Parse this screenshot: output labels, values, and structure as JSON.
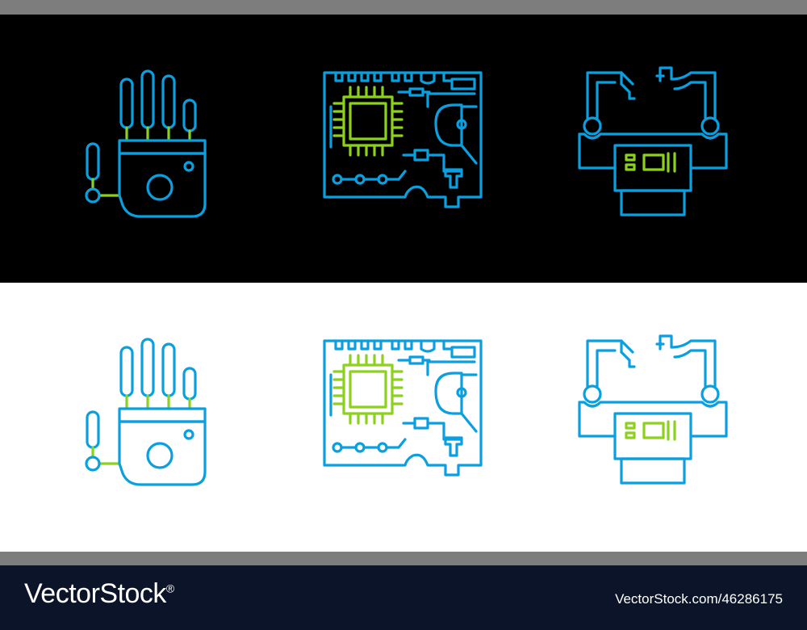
{
  "colors": {
    "outline_blue": "#0aa0e0",
    "accent_green": "#8bd11e",
    "dark_bg": "#000000",
    "light_bg": "#ffffff",
    "frame_gray": "#7d7d7d",
    "footer_bg": "#0b1428"
  },
  "rows": [
    {
      "theme": "dark",
      "icons": [
        "robotic-hand-icon",
        "circuit-board-icon",
        "industrial-machine-icon"
      ]
    },
    {
      "theme": "light",
      "icons": [
        "robotic-hand-icon",
        "circuit-board-icon",
        "industrial-machine-icon"
      ]
    }
  ],
  "footer": {
    "brand": "VectorStock",
    "trademark": "®",
    "stock_id": "VectorStock.com/46286175"
  }
}
